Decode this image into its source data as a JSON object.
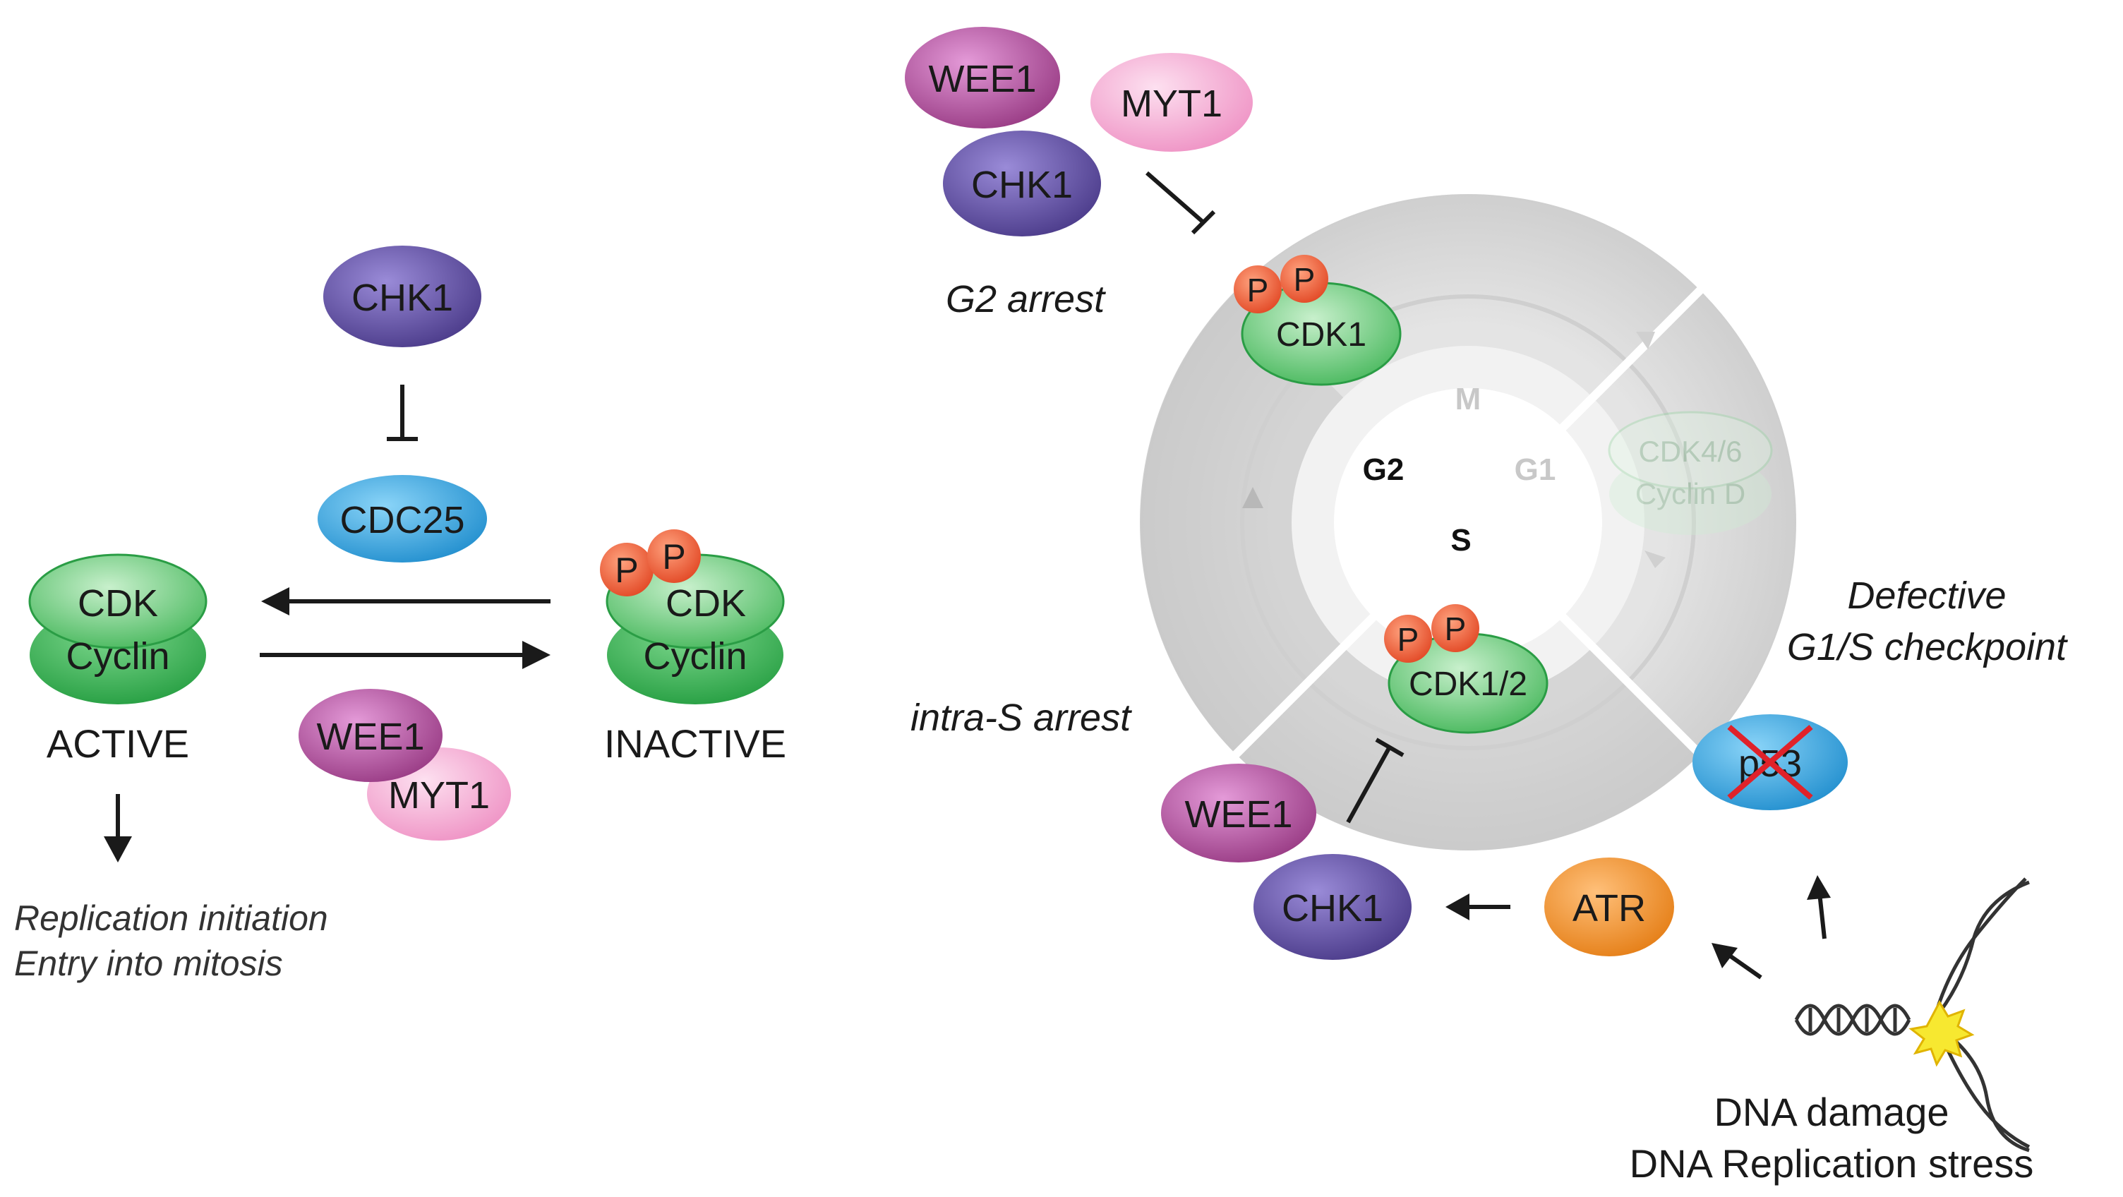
{
  "left_panel": {
    "inhibitor": "CHK1",
    "phosphatase": "CDC25",
    "kinases": [
      "WEE1",
      "MYT1"
    ],
    "active_complex": {
      "top": "CDK",
      "bottom": "Cyclin",
      "state": "ACTIVE"
    },
    "inactive_complex": {
      "top": "CDK",
      "bottom": "Cyclin",
      "state": "INACTIVE",
      "phospho": [
        "P",
        "P"
      ]
    },
    "outcomes": [
      "Replication initiation",
      "Entry into mitosis"
    ]
  },
  "right_panel": {
    "g2_regulators": [
      "WEE1",
      "MYT1",
      "CHK1"
    ],
    "g2_arrest": "G2 arrest",
    "cdk1": "CDK1",
    "phospho": [
      "P",
      "P"
    ],
    "phases": {
      "m": "M",
      "g1": "G1",
      "g2": "G2",
      "s": "S"
    },
    "cdk46": [
      "CDK4/6",
      "Cyclin D"
    ],
    "cdk12": "CDK1/2",
    "intra_s_arrest": "intra-S arrest",
    "defective": [
      "Defective",
      "G1/S checkpoint"
    ],
    "p53": "p53",
    "s_regulators": [
      "WEE1",
      "CHK1"
    ],
    "atr": "ATR",
    "dna_labels": [
      "DNA damage",
      "DNA Replication stress"
    ]
  },
  "colors": {
    "chk1": "#5a4a9e",
    "wee1": "#a8499a",
    "myt1": "#f4a6cf",
    "cdc25": "#2a9fd8",
    "cdk": "#3ebc5a",
    "phospho": "#f0603a",
    "atr": "#f08a1c",
    "cycle_outer": "#d4d4d4",
    "cycle_inner": "#e8e8e8"
  }
}
